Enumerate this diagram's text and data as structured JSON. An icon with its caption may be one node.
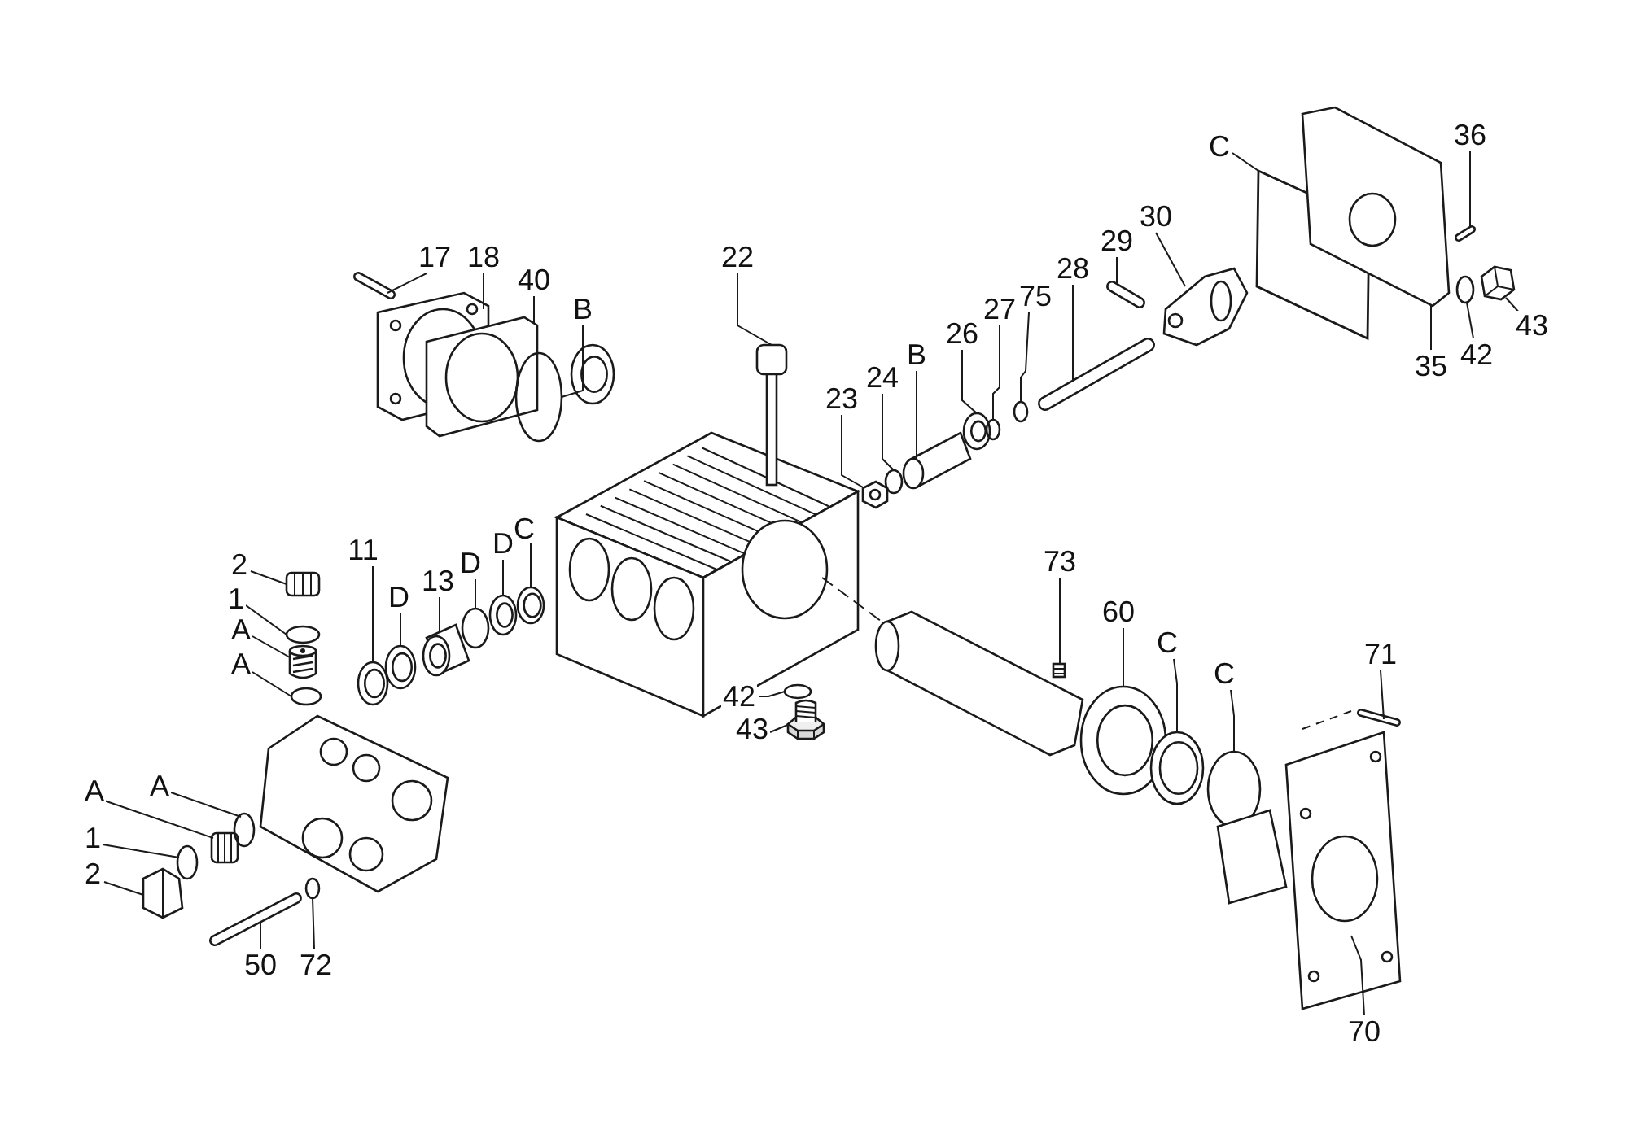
{
  "diagram": {
    "nodes": [
      {
        "text": [
          "17"
        ]
      },
      {
        "text": [
          "18"
        ]
      },
      {
        "text": [
          "40"
        ]
      },
      {
        "text": [
          "B"
        ]
      },
      {
        "text": [
          "22"
        ]
      },
      {
        "text": [
          "23"
        ]
      },
      {
        "text": [
          "24"
        ]
      },
      {
        "text": [
          "B"
        ]
      },
      {
        "text": [
          "26"
        ]
      },
      {
        "text": [
          "27"
        ]
      },
      {
        "text": [
          "75"
        ]
      },
      {
        "text": [
          "28"
        ]
      },
      {
        "text": [
          "29"
        ]
      },
      {
        "text": [
          "30"
        ]
      },
      {
        "text": [
          "C"
        ]
      },
      {
        "text": [
          "36"
        ]
      },
      {
        "text": [
          "35"
        ]
      },
      {
        "text": [
          "42"
        ]
      },
      {
        "text": [
          "43"
        ]
      },
      {
        "text": [
          "2"
        ]
      },
      {
        "text": [
          "1"
        ]
      },
      {
        "text": [
          "A"
        ]
      },
      {
        "text": [
          "A"
        ]
      },
      {
        "text": [
          "11"
        ]
      },
      {
        "text": [
          "D"
        ]
      },
      {
        "text": [
          "13"
        ]
      },
      {
        "text": [
          "D"
        ]
      },
      {
        "text": [
          "D"
        ]
      },
      {
        "text": [
          "C"
        ]
      },
      {
        "text": [
          "A"
        ]
      },
      {
        "text": [
          "A"
        ]
      },
      {
        "text": [
          "1"
        ]
      },
      {
        "text": [
          "2"
        ]
      },
      {
        "text": [
          "50"
        ]
      },
      {
        "text": [
          "72"
        ]
      },
      {
        "text": [
          "73"
        ]
      },
      {
        "text": [
          "60"
        ]
      },
      {
        "text": [
          "C"
        ]
      },
      {
        "text": [
          "C"
        ]
      },
      {
        "text": [
          "71"
        ]
      },
      {
        "text": [
          "42"
        ]
      },
      {
        "text": [
          "43"
        ]
      },
      {
        "text": [
          "70"
        ]
      },
      {
        "text": [],
        "shape": "picture"
      },
      {
        "text": [],
        "shape": "picture"
      },
      {
        "text": [],
        "shape": "picture"
      },
      {
        "text": [],
        "shape": "circle"
      },
      {
        "text": [],
        "shape": "picture"
      },
      {
        "text": [],
        "shape": "picture"
      },
      {
        "text": [],
        "shape": "circle"
      },
      {
        "text": [],
        "shape": "picture"
      },
      {
        "text": [],
        "shape": "picture"
      },
      {
        "text": [],
        "shape": "circle"
      },
      {
        "text": [],
        "shape": "circle"
      },
      {
        "text": [],
        "shape": "picture"
      },
      {
        "text": [],
        "shape": "picture"
      },
      {
        "text": [],
        "shape": "picture"
      },
      {
        "text": [],
        "shape": "box"
      },
      {
        "text": [],
        "shape": "picture"
      },
      {
        "text": [],
        "shape": "picture"
      },
      {
        "text": [],
        "shape": "circle"
      },
      {
        "text": [],
        "shape": "picture"
      },
      {
        "text": [],
        "shape": "picture"
      },
      {
        "text": [],
        "shape": "circle"
      },
      {
        "text": [],
        "shape": "picture"
      },
      {
        "text": [],
        "shape": "circle"
      },
      {
        "text": [],
        "shape": "picture"
      },
      {
        "text": [],
        "shape": "picture"
      },
      {
        "text": [],
        "shape": "picture"
      },
      {
        "text": [],
        "shape": "circle"
      },
      {
        "text": [],
        "shape": "picture"
      },
      {
        "text": [],
        "shape": "picture"
      },
      {
        "text": [],
        "shape": "picture"
      },
      {
        "text": [],
        "shape": "circle"
      },
      {
        "text": [],
        "shape": "circle"
      },
      {
        "text": [],
        "shape": "picture"
      },
      {
        "text": [],
        "shape": "picture"
      },
      {
        "text": [],
        "shape": "circle"
      },
      {
        "text": [],
        "shape": "picture"
      },
      {
        "text": [],
        "shape": "picture"
      },
      {
        "text": [],
        "shape": "picture"
      },
      {
        "text": [],
        "shape": "circle"
      },
      {
        "text": [],
        "shape": "picture"
      },
      {
        "text": [],
        "shape": "circle"
      },
      {
        "text": [],
        "shape": "picture"
      },
      {
        "text": [],
        "shape": "picture"
      }
    ],
    "edges": [
      {
        "from": 0,
        "to": 43,
        "arrow": "none"
      },
      {
        "from": 1,
        "to": 44,
        "arrow": "none"
      },
      {
        "from": 2,
        "to": 45,
        "arrow": "none"
      },
      {
        "from": 3,
        "to": 46,
        "arrow": "none"
      },
      {
        "from": 4,
        "to": 47,
        "arrow": "none"
      },
      {
        "from": 5,
        "to": 48,
        "arrow": "none"
      },
      {
        "from": 6,
        "to": 49,
        "arrow": "none"
      },
      {
        "from": 7,
        "to": 50,
        "arrow": "none"
      },
      {
        "from": 8,
        "to": 51,
        "arrow": "none"
      },
      {
        "from": 9,
        "to": 52,
        "arrow": "none"
      },
      {
        "from": 10,
        "to": 53,
        "arrow": "none"
      },
      {
        "from": 11,
        "to": 54,
        "arrow": "none"
      },
      {
        "from": 12,
        "to": 55,
        "arrow": "none"
      },
      {
        "from": 13,
        "to": 56,
        "arrow": "none"
      },
      {
        "from": 14,
        "to": 57,
        "arrow": "none"
      },
      {
        "from": 15,
        "to": 58,
        "arrow": "none"
      },
      {
        "from": 16,
        "to": 59,
        "arrow": "none"
      },
      {
        "from": 17,
        "to": 60,
        "arrow": "none"
      },
      {
        "from": 18,
        "to": 61,
        "arrow": "none"
      },
      {
        "from": 19,
        "to": 62,
        "arrow": "none"
      },
      {
        "from": 20,
        "to": 63,
        "arrow": "none"
      },
      {
        "from": 21,
        "to": 64,
        "arrow": "none"
      },
      {
        "from": 22,
        "to": 65,
        "arrow": "none"
      },
      {
        "from": 23,
        "to": 66,
        "arrow": "none"
      },
      {
        "from": 24,
        "to": 67,
        "arrow": "none"
      },
      {
        "from": 25,
        "to": 68,
        "arrow": "none"
      },
      {
        "from": 26,
        "to": 69,
        "arrow": "none"
      },
      {
        "from": 27,
        "to": 70,
        "arrow": "none"
      },
      {
        "from": 28,
        "to": 71,
        "arrow": "none"
      },
      {
        "from": 29,
        "to": 72,
        "arrow": "none"
      },
      {
        "from": 30,
        "to": 73,
        "arrow": "none"
      },
      {
        "from": 31,
        "to": 74,
        "arrow": "none"
      },
      {
        "from": 32,
        "to": 75,
        "arrow": "none"
      },
      {
        "from": 33,
        "to": 76,
        "arrow": "none"
      },
      {
        "from": 34,
        "to": 77,
        "arrow": "none"
      },
      {
        "from": 35,
        "to": 78,
        "arrow": "none"
      },
      {
        "from": 36,
        "to": 79,
        "arrow": "none"
      },
      {
        "from": 37,
        "to": 80,
        "arrow": "none"
      },
      {
        "from": 38,
        "to": 81,
        "arrow": "none"
      },
      {
        "from": 39,
        "to": 82,
        "arrow": "none"
      },
      {
        "from": 40,
        "to": 83,
        "arrow": "none"
      },
      {
        "from": 41,
        "to": 84,
        "arrow": "none"
      },
      {
        "from": 42,
        "to": 85,
        "arrow": "none"
      }
    ]
  }
}
